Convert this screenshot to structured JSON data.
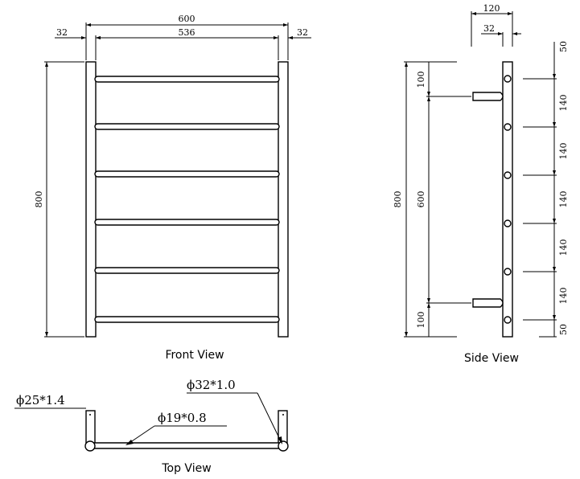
{
  "front_view": {
    "caption": "Front View",
    "dim_overall_width": "600",
    "dim_inner_width": "536",
    "dim_left_post": "32",
    "dim_right_post": "32",
    "dim_height": "800"
  },
  "side_view": {
    "caption": "Side View",
    "dim_depth": "120",
    "dim_post": "32",
    "dim_height": "800",
    "dim_bracket_span": "600",
    "dim_top_offset": "100",
    "dim_bottom_offset": "100",
    "right_dims": [
      "50",
      "140",
      "140",
      "140",
      "140",
      "140",
      "50"
    ]
  },
  "top_view": {
    "caption": "Top View",
    "callout_post": "ϕ25*1.4",
    "callout_bar": "ϕ19*0.8",
    "callout_tube": "ϕ32*1.0"
  }
}
